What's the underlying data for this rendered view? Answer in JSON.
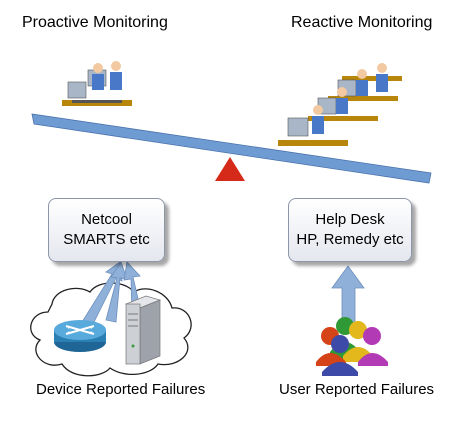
{
  "headings": {
    "left": "Proactive Monitoring",
    "right": "Reactive Monitoring"
  },
  "boxes": {
    "left": {
      "line1": "Netcool",
      "line2": "SMARTS etc"
    },
    "right": {
      "line1": "Help Desk",
      "line2": "HP, Remedy etc"
    }
  },
  "footers": {
    "left": "Device Reported Failures",
    "right": "User Reported Failures"
  },
  "colors": {
    "beam": "#6f9bd3",
    "fulcrum": "#d52a1a",
    "box_border": "#8c96a8",
    "arrow": "#8fb0d8",
    "router": "#2a7fb3",
    "people": [
      "#3e4aa8",
      "#e2b81c",
      "#2f9a35",
      "#b23bb5",
      "#d44418"
    ]
  }
}
